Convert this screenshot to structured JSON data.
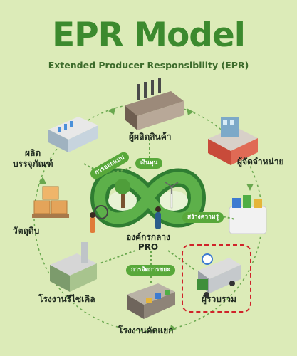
{
  "header": {
    "title": "EPR Model",
    "subtitle": "Extended Producer Responsibility (EPR)"
  },
  "nodes": {
    "producer": "ผู้ผลิตสินค้า",
    "distributor": "ผู้จัดจำหน่าย",
    "collector": "ผู้รวบรวม",
    "sorting_plant": "โรงงานคัดแยก",
    "recycling_plant": "โรงงานรีไซเคิล",
    "raw_material": "วัตถุดิบ",
    "packaging_line1": "ผลิต",
    "packaging_line2": "บรรจุภัณฑ์"
  },
  "center": {
    "line1": "องค์กรกลาง",
    "line2": "PRO"
  },
  "flows": {
    "design": "การออกแบบ",
    "funding": "เงินทุน",
    "awareness": "สร้างความรู้",
    "waste_management": "การจัดการขยะ"
  },
  "colors": {
    "background": "#dcebb8",
    "accent_green": "#3c8a2e",
    "highlight_red": "#d0232a"
  }
}
